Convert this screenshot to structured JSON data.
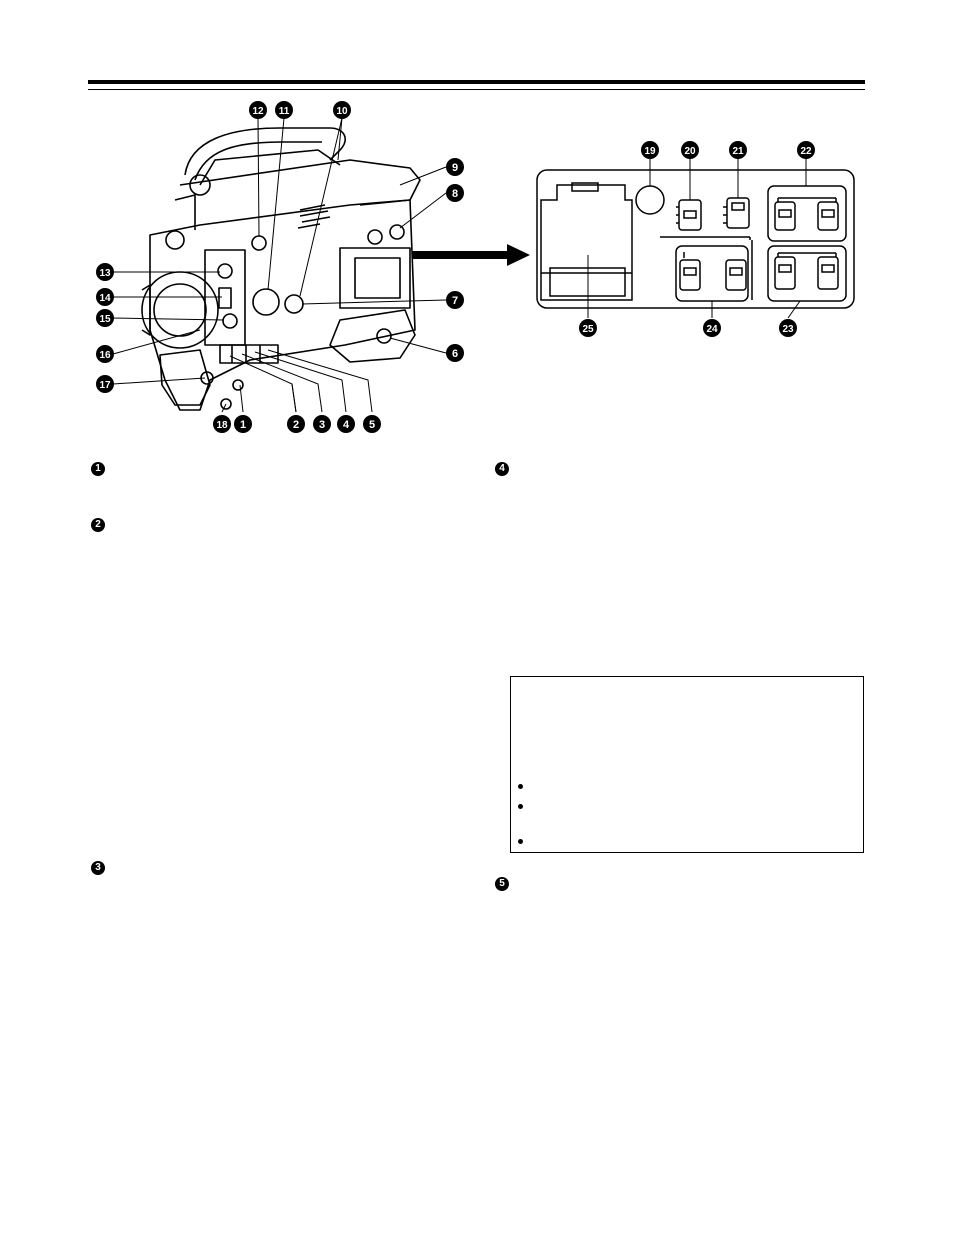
{
  "figure_callouts": [
    "1",
    "2",
    "3",
    "4",
    "5",
    "6",
    "7",
    "8",
    "9",
    "10",
    "11",
    "12",
    "13",
    "14",
    "15",
    "16",
    "17",
    "18",
    "19",
    "20",
    "21",
    "22",
    "23",
    "24",
    "25"
  ],
  "icons": {
    "arrow": "right-arrow-icon",
    "callout": "numbered-circle-callout"
  },
  "sections": {
    "s1": "1",
    "s2": "2",
    "s3": "3",
    "s4": "4",
    "s5": "5"
  },
  "note_box": {
    "bullets": 3
  }
}
